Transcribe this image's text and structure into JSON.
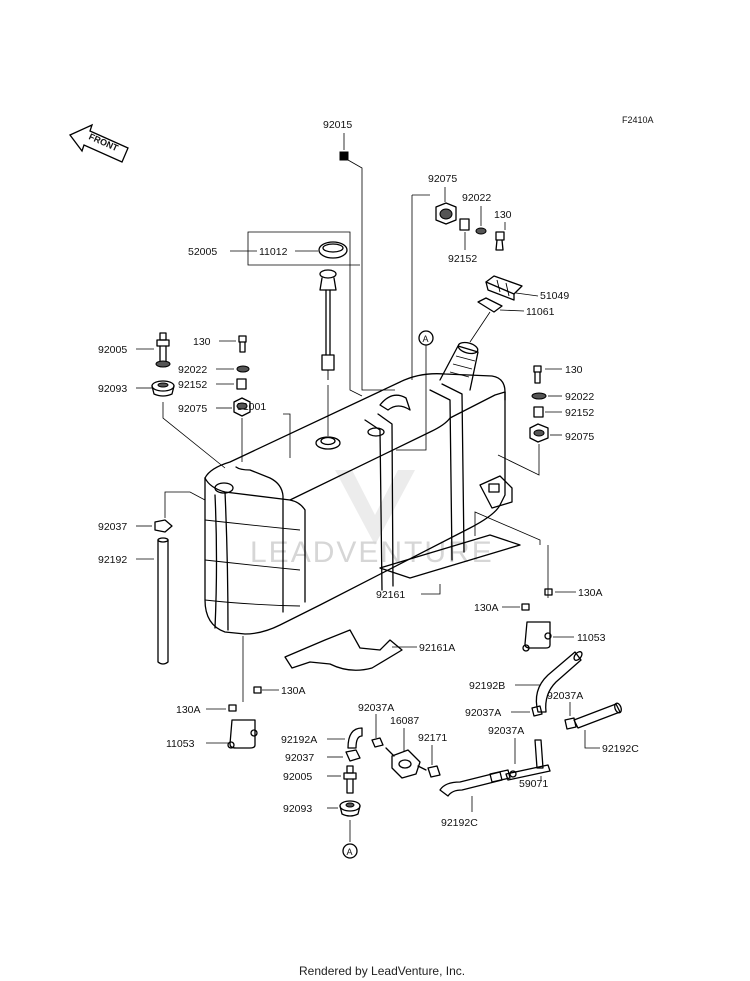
{
  "figure_code": "F2410A",
  "front_label": "FRONT",
  "watermark": "LEADVENTURE",
  "footer": "Rendered by LeadVenture, Inc.",
  "ref_marker": "A",
  "labels": {
    "p92015": "92015",
    "p92075_top": "92075",
    "p92022_top": "92022",
    "p130_top": "130",
    "p92152_top": "92152",
    "p52005": "52005",
    "p11012": "11012",
    "p51049": "51049",
    "p11061": "11061",
    "p92005_left": "92005",
    "p130_left": "130",
    "p92022_left": "92022",
    "p92093_left": "92093",
    "p92152_left": "92152",
    "p92075_left": "92075",
    "p51001": "51001",
    "p130_right": "130",
    "p92022_right": "92022",
    "p92152_right": "92152",
    "p92075_right": "92075",
    "p92037_left": "92037",
    "p92192": "92192",
    "p92161": "92161",
    "p130A_right1": "130A",
    "p130A_right2": "130A",
    "p11053_right": "11053",
    "p92161A": "92161A",
    "p92192B": "92192B",
    "p92037A_1": "92037A",
    "p130A_bottom": "130A",
    "p130A_left": "130A",
    "p92037A_2": "92037A",
    "p16087": "16087",
    "p92037A_3": "92037A",
    "p92192A": "92192A",
    "p92171": "92171",
    "p92037A_4": "92037A",
    "p92192C_right": "92192C",
    "p11053_left": "11053",
    "p92037_bottom": "92037",
    "p59071": "59071",
    "p92005_bottom": "92005",
    "p92093_bottom": "92093",
    "p92192C_bottom": "92192C"
  }
}
